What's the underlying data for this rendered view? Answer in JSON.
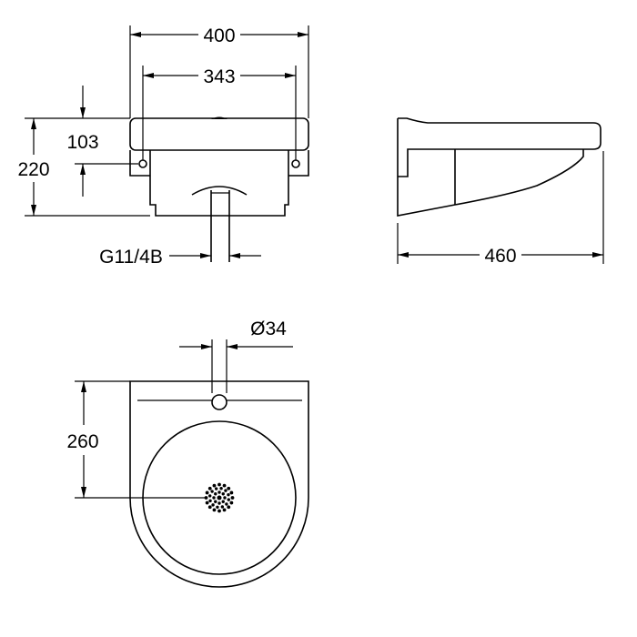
{
  "drawing": {
    "front_view": {
      "width_overall": "400",
      "width_holes": "343",
      "height_overall": "220",
      "height_holes": "103",
      "waste_thread": "G11/4B"
    },
    "side_view": {
      "depth_overall": "460"
    },
    "plan_view": {
      "tap_hole_diameter": "Ø34",
      "depth_to_drain": "260"
    }
  }
}
